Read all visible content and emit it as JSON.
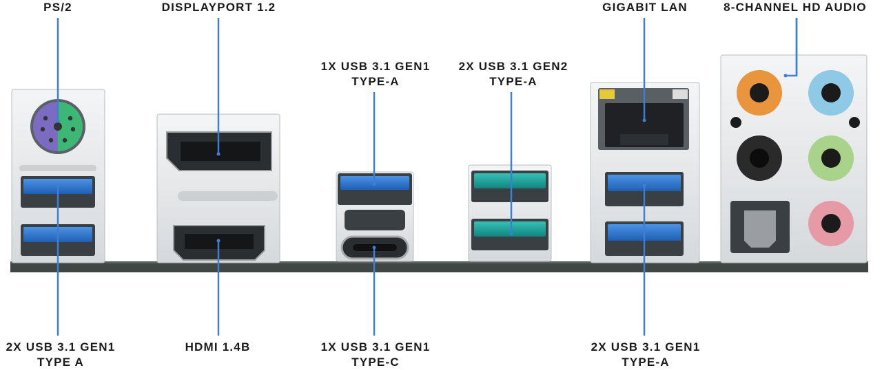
{
  "labels": {
    "ps2": "PS/2",
    "displayport": "DISPLAYPORT 1.2",
    "usb_gen1_a_top": [
      "1X USB 3.1 GEN1",
      "TYPE-A"
    ],
    "usb_gen2_a": [
      "2X USB 3.1 GEN2",
      "TYPE-A"
    ],
    "gigabit_lan": "GIGABIT LAN",
    "hd_audio": "8-CHANNEL HD AUDIO",
    "usb_gen1_left": [
      "2X USB 3.1 GEN1",
      "TYPE A"
    ],
    "hdmi": "HDMI 1.4B",
    "usb_gen1_c": [
      "1X USB 3.1 GEN1",
      "TYPE-C"
    ],
    "usb_gen1_a_right": [
      "2X USB 3.1 GEN1",
      "TYPE-A"
    ]
  },
  "colors": {
    "leader": "#3d7fd4",
    "usb3_blue": "#2f78d0",
    "usb_gen2_teal": "#1fa8a0",
    "ps2_purple": "#7b6cc2",
    "ps2_green": "#3cb874",
    "audio_orange": "#e8953d",
    "audio_lightblue": "#8ec9e6",
    "audio_black": "#2a2a2a",
    "audio_green": "#a9d38a",
    "audio_pink": "#e69aa6",
    "board": "#3f4644",
    "bracket": "#e4e6e8"
  }
}
